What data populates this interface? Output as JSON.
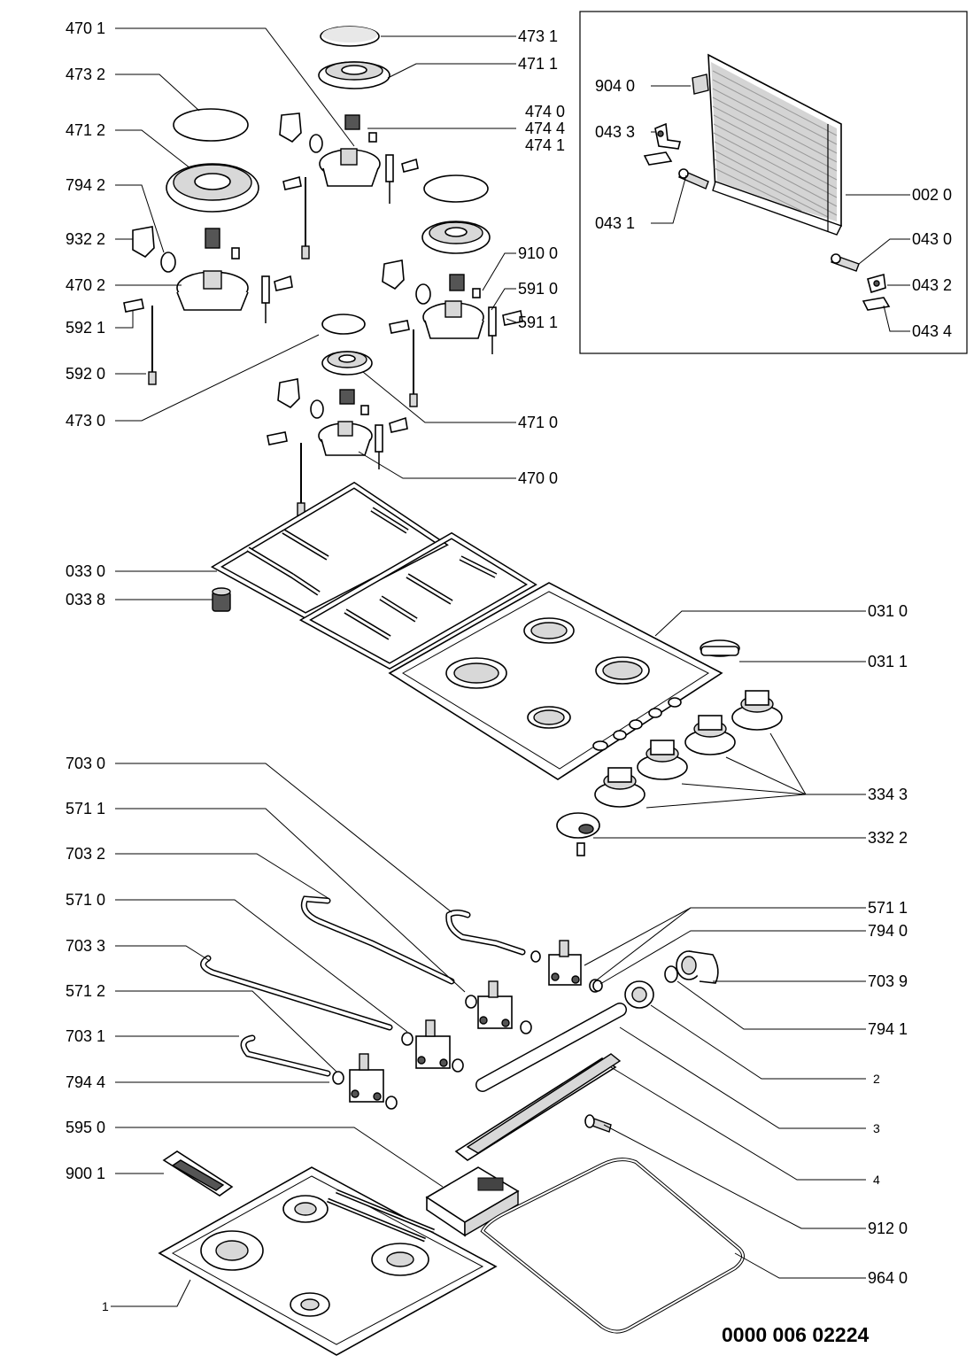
{
  "labels": {
    "l_470_1": "470 1",
    "l_473_2": "473 2",
    "l_471_2": "471 2",
    "l_794_2": "794 2",
    "l_932_2": "932 2",
    "l_470_2": "470 2",
    "l_592_1": "592 1",
    "l_592_0": "592 0",
    "l_473_0": "473 0",
    "l_033_0": "033 0",
    "l_033_8": "033 8",
    "l_703_0": "703 0",
    "l_571_1a": "571 1",
    "l_703_2": "703 2",
    "l_571_0": "571 0",
    "l_703_3": "703 3",
    "l_571_2": "571 2",
    "l_703_1": "703 1",
    "l_794_4": "794 4",
    "l_595_0": "595 0",
    "l_900_1": "900 1",
    "l_1": "1",
    "l_473_1": "473 1",
    "l_471_1": "471 1",
    "l_474_0": "474 0",
    "l_474_4": "474 4",
    "l_474_1": "474 1",
    "l_910_0": "910 0",
    "l_591_0": "591 0",
    "l_591_1": "591 1",
    "l_471_0": "471 0",
    "l_470_0": "470 0",
    "l_904_0": "904 0",
    "l_043_3": "043 3",
    "l_043_1": "043 1",
    "l_002_0": "002 0",
    "l_043_0": "043 0",
    "l_043_2": "043 2",
    "l_043_4": "043 4",
    "l_031_0": "031 0",
    "l_031_1": "031 1",
    "l_334_3": "334 3",
    "l_332_2": "332 2",
    "l_571_1b": "571 1",
    "l_794_0": "794 0",
    "l_703_9": "703 9",
    "l_794_1": "794 1",
    "l_2": "2",
    "l_3": "3",
    "l_4": "4",
    "l_912_0": "912 0",
    "l_964_0": "964 0"
  },
  "document_number": "0000 006 02224"
}
